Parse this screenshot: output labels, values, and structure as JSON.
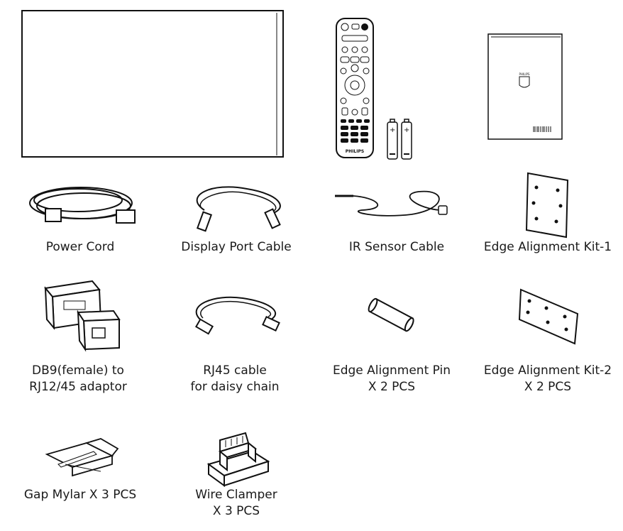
{
  "items": [
    {
      "id": "power-cord",
      "line1": "Power Cord",
      "line2": ""
    },
    {
      "id": "display-port-cable",
      "line1": "Display Port Cable",
      "line2": ""
    },
    {
      "id": "ir-sensor-cable",
      "line1": "IR Sensor Cable",
      "line2": ""
    },
    {
      "id": "edge-alignment-kit-1",
      "line1": "Edge Alignment Kit-1",
      "line2": ""
    },
    {
      "id": "db9-adaptor",
      "line1": "DB9(female) to",
      "line2": "RJ12/45 adaptor"
    },
    {
      "id": "rj45-cable",
      "line1": "RJ45 cable",
      "line2": "for daisy chain"
    },
    {
      "id": "edge-alignment-pin",
      "line1": "Edge Alignment Pin",
      "line2": "X 2 PCS"
    },
    {
      "id": "edge-alignment-kit-2",
      "line1": "Edge Alignment Kit-2",
      "line2": "X 2 PCS"
    },
    {
      "id": "gap-mylar",
      "line1": "Gap Mylar X 3 PCS",
      "line2": ""
    },
    {
      "id": "wire-clamper",
      "line1": "Wire Clamper",
      "line2": "X 3 PCS"
    }
  ],
  "remote": {
    "brand": "PHILIPS"
  },
  "manual": {
    "brand": "PHILIPS"
  }
}
